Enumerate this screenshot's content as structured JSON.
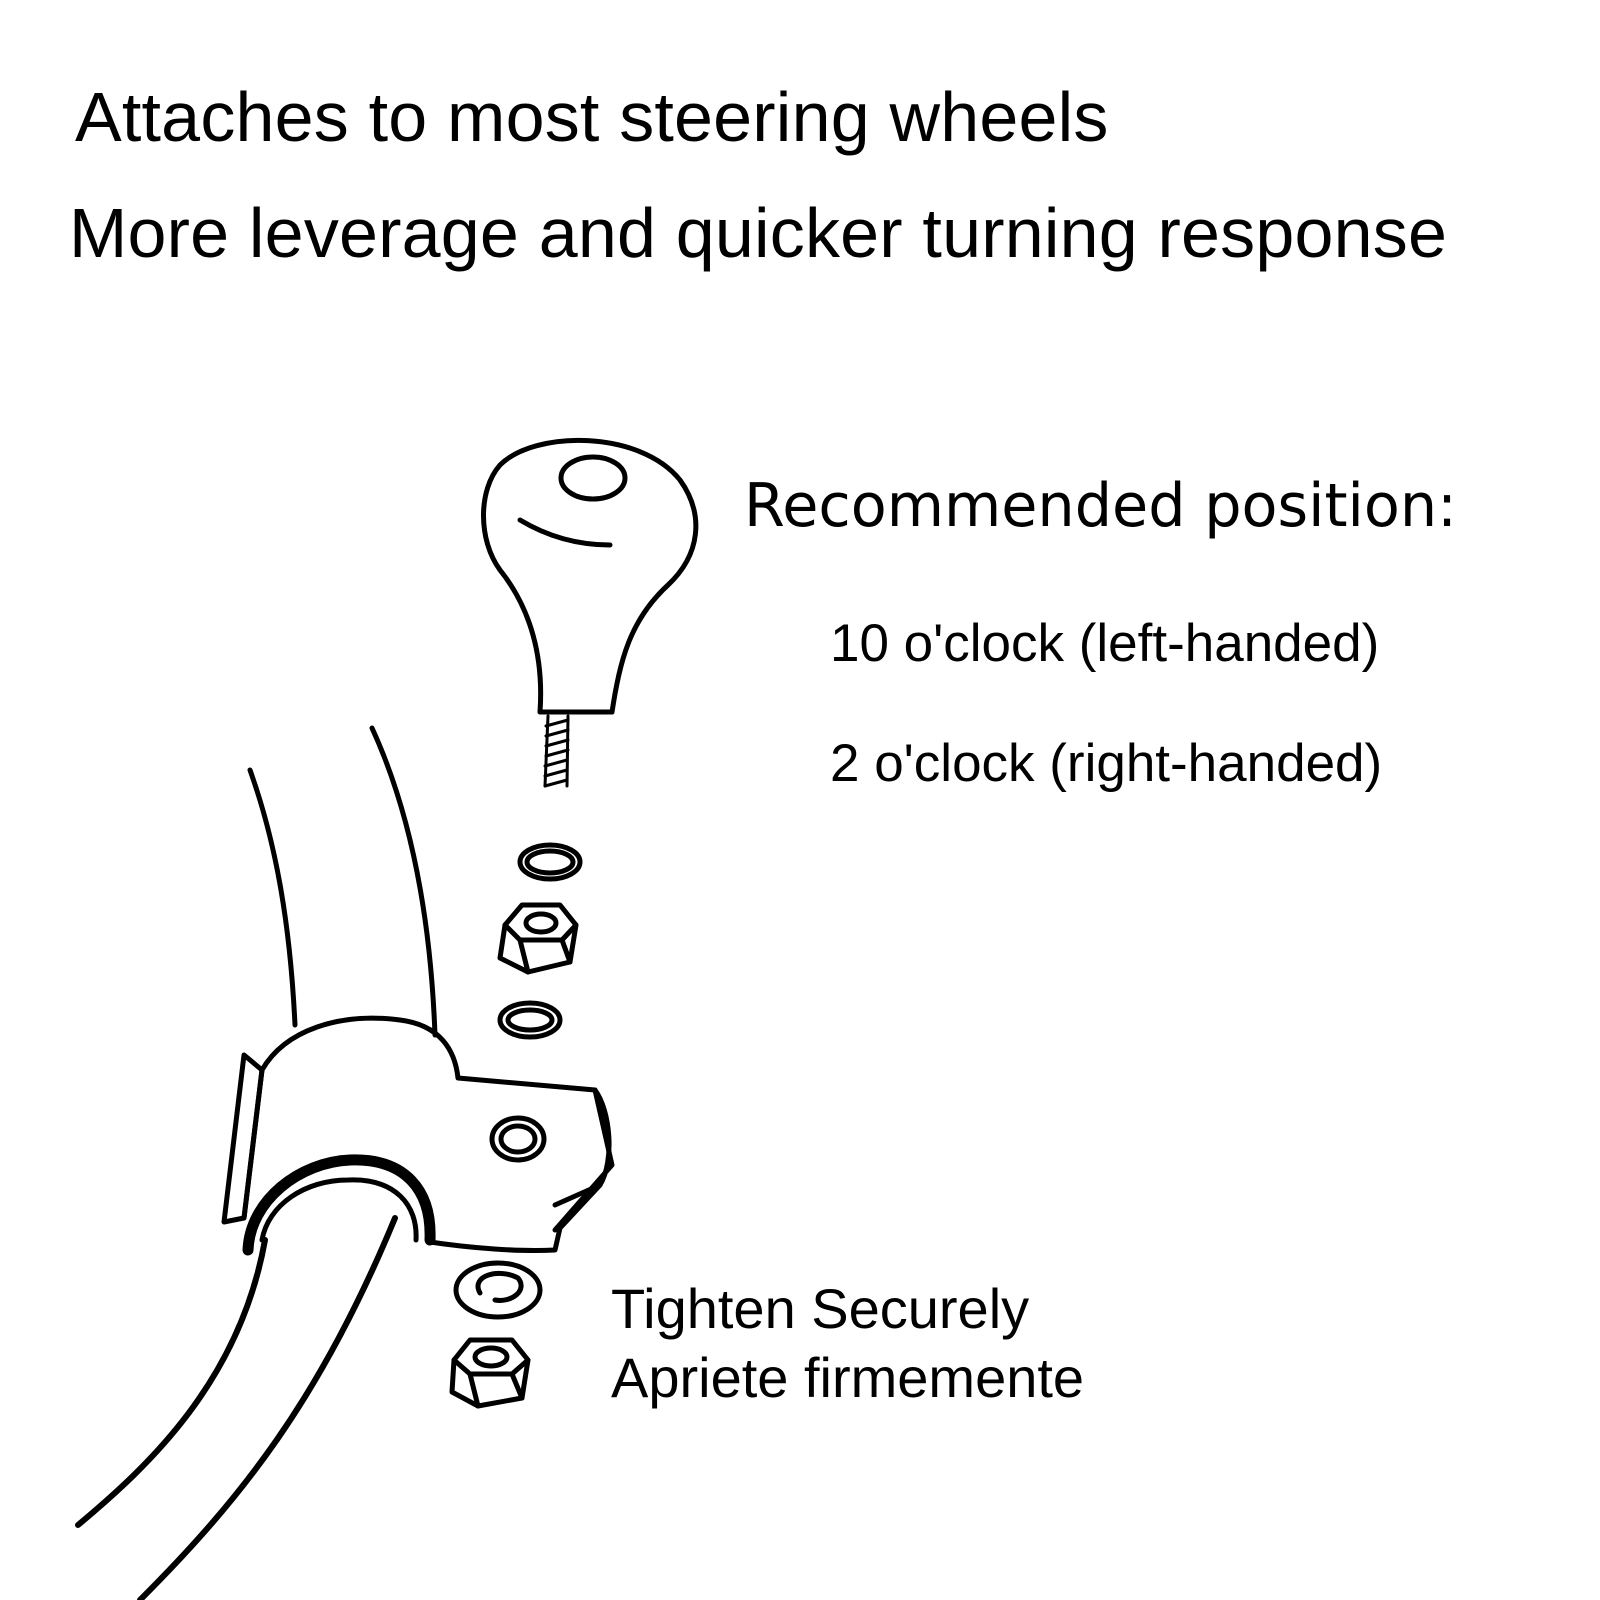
{
  "headlines": [
    "Attaches to most steering wheels",
    "More leverage and quicker turning response"
  ],
  "recommended": {
    "heading": "Recommended position:",
    "positions": [
      "10 o'clock (left-handed)",
      "2 o'clock (right-handed)"
    ]
  },
  "instructions": {
    "line1": "Tighten Securely",
    "line2": "Apriete firmemente"
  },
  "illustration": {
    "parts": [
      "knob-with-threaded-stud",
      "washer",
      "hex-nut",
      "washer",
      "clamp-bracket",
      "lock-washer",
      "hex-nut",
      "steering-wheel-rim"
    ]
  }
}
